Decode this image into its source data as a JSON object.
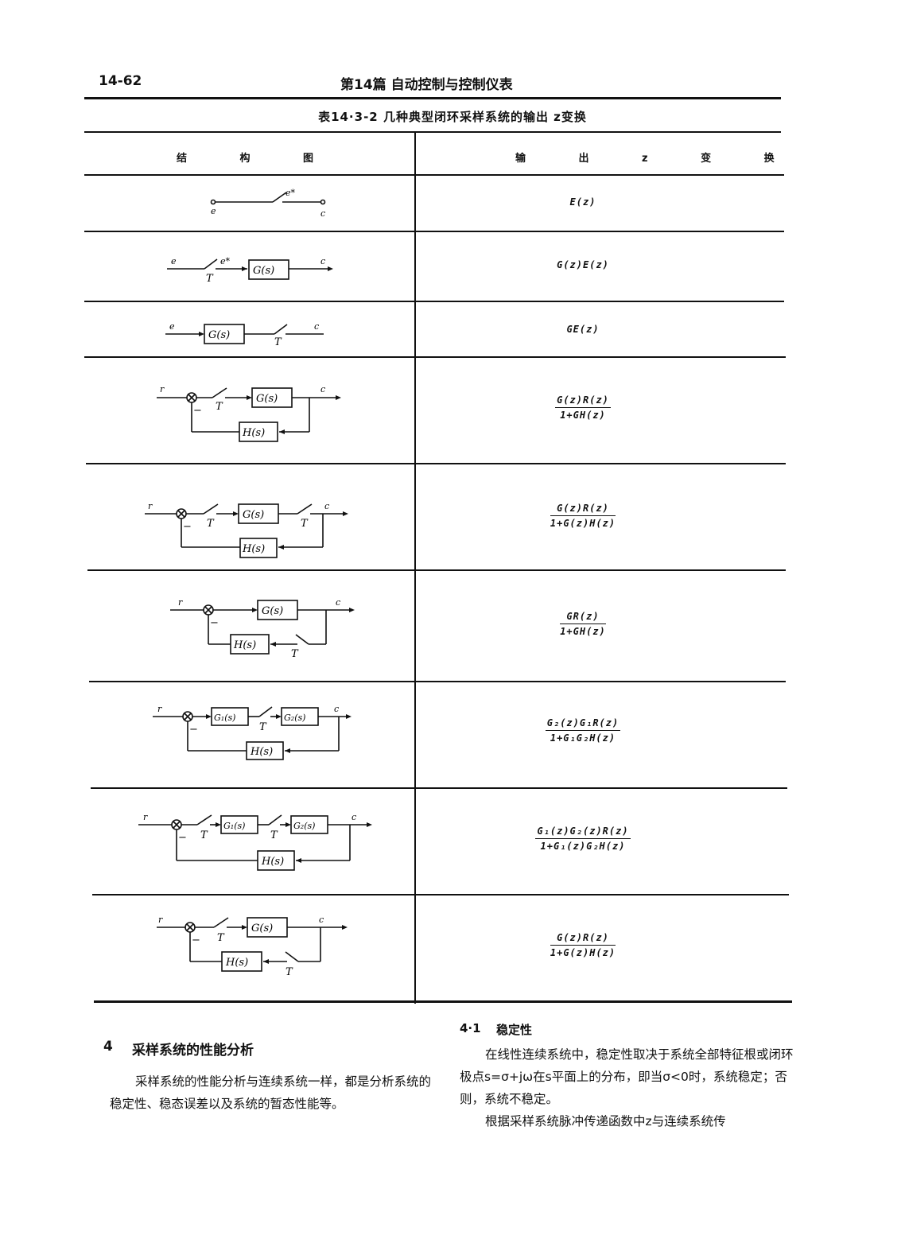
{
  "header": {
    "page_number": "14-62",
    "title": "第14篇   自动控制与控制仪表"
  },
  "table": {
    "caption": "表14·3-2   几种典型闭环采样系统的输出 z变换",
    "col_structure": "结 构 图",
    "col_output": "输 出 z 变 换",
    "rows": [
      {
        "labels": {
          "e": "e",
          "estar": "e*",
          "c": "c"
        },
        "output": "E(z)"
      },
      {
        "labels": {
          "e": "e",
          "estar": "e*",
          "c": "c",
          "T": "T",
          "G": "G(s)"
        },
        "output": "G(z)E(z)"
      },
      {
        "labels": {
          "e": "e",
          "c": "c",
          "T": "T",
          "G": "G(s)"
        },
        "output": "GE(z)"
      },
      {
        "labels": {
          "r": "r",
          "c": "c",
          "T": "T",
          "G": "G(s)",
          "H": "H(s)",
          "minus": "−"
        },
        "num": "G(z)R(z)",
        "den": "1+GH(z)"
      },
      {
        "labels": {
          "r": "r",
          "c": "c",
          "T1": "T",
          "T2": "T",
          "G": "G(s)",
          "H": "H(s)",
          "minus": "−"
        },
        "num": "G(z)R(z)",
        "den": "1+G(z)H(z)"
      },
      {
        "labels": {
          "r": "r",
          "c": "c",
          "T": "T",
          "G": "G(s)",
          "H": "H(s)",
          "minus": "−"
        },
        "num": "GR(z)",
        "den": "1+GH(z)"
      },
      {
        "labels": {
          "r": "r",
          "c": "c",
          "T": "T",
          "G1": "G₁(s)",
          "G2": "G₂(s)",
          "H": "H(s)",
          "minus": "−"
        },
        "num": "G₂(z)G₁R(z)",
        "den": "1+G₁G₂H(z)"
      },
      {
        "labels": {
          "r": "r",
          "c": "c",
          "T1": "T",
          "T2": "T",
          "G1": "G₁(s)",
          "G2": "G₂(s)",
          "H": "H(s)",
          "minus": "−"
        },
        "num": "G₁(z)G₂(z)R(z)",
        "den": "1+G₁(z)G₂H(z)"
      },
      {
        "labels": {
          "r": "r",
          "c": "c",
          "T1": "T",
          "T2": "T",
          "G": "G(s)",
          "H": "H(s)",
          "minus": "−"
        },
        "num": "G(z)R(z)",
        "den": "1+G(z)H(z)"
      }
    ]
  },
  "section4": {
    "number": "4",
    "title": "采样系统的性能分析",
    "paragraph": "采样系统的性能分析与连续系统一样，都是分析系统的稳定性、稳态误差以及系统的暂态性能等。"
  },
  "section41": {
    "number": "4·1",
    "title": "稳定性",
    "paragraph1": "在线性连续系统中，稳定性取决于系统全部特征根或闭环极点s=σ+jω在s平面上的分布，即当σ<0时，系统稳定；否则，系统不稳定。",
    "paragraph2": "根据采样系统脉冲传递函数中z与连续系统传"
  }
}
